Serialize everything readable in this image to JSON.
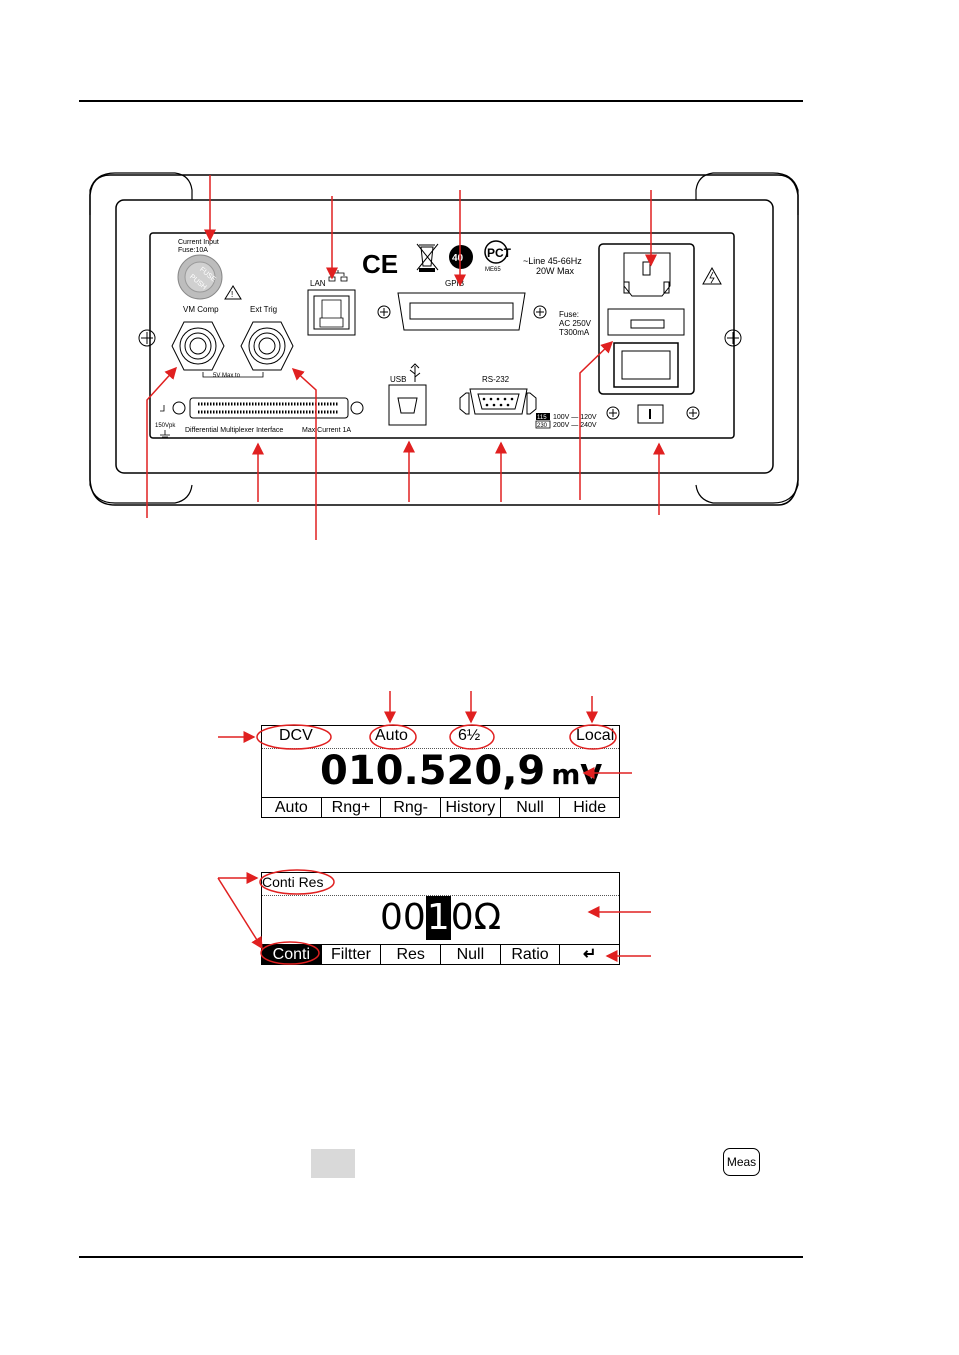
{
  "panel": {
    "current_input_label": "Current Input",
    "fuse_10a_label": "Fuse:10A",
    "fuse_cap_line1": "FUSE",
    "fuse_cap_line2": "PUSH",
    "vm_comp_label": "VM Comp",
    "ext_trig_label": "Ext Trig",
    "five_v_max_label": "5V Max to",
    "lan_label": "LAN",
    "gpib_label": "GPIB",
    "usb_label": "USB",
    "rs232_label": "RS-232",
    "line_label": "Line 45-66Hz",
    "power_label": "20W Max",
    "fuse_label": "Fuse:",
    "fuse_rating_1": "AC 250V",
    "fuse_rating_2": "T300mA",
    "vpk_label": "150Vpk",
    "diff_mux_label": "Differential Multiplexer Interface",
    "max_current_label": "Max Current 1A",
    "volt_sel_115": "115",
    "volt_sel_230": "230",
    "volt_range_1": "100V — 120V",
    "volt_range_2": "200V — 240V",
    "cert_marks": [
      "CE",
      "WEEE",
      "40",
      "PCT",
      "ME65"
    ]
  },
  "display1": {
    "function": "DCV",
    "range": "Auto",
    "resolution": "6½",
    "mode": "Local",
    "reading": "010.520,9",
    "unit": "mV",
    "softkeys": [
      "Auto",
      "Rng+",
      "Rng-",
      "History",
      "Null",
      "Hide"
    ]
  },
  "display2": {
    "title": "Conti Res",
    "reading_prefix": "00",
    "reading_cursor": "1",
    "reading_suffix": "0Ω",
    "softkeys": [
      "Conti",
      "Filtter",
      "Res",
      "Null",
      "Ratio",
      "↵"
    ]
  },
  "keys": {
    "meas": "Meas"
  },
  "colors": {
    "annotation_red": "#e02020",
    "panel_line": "#000000",
    "fuse_grey": "#bdbdbd",
    "key_grey": "#d9d9d9"
  }
}
